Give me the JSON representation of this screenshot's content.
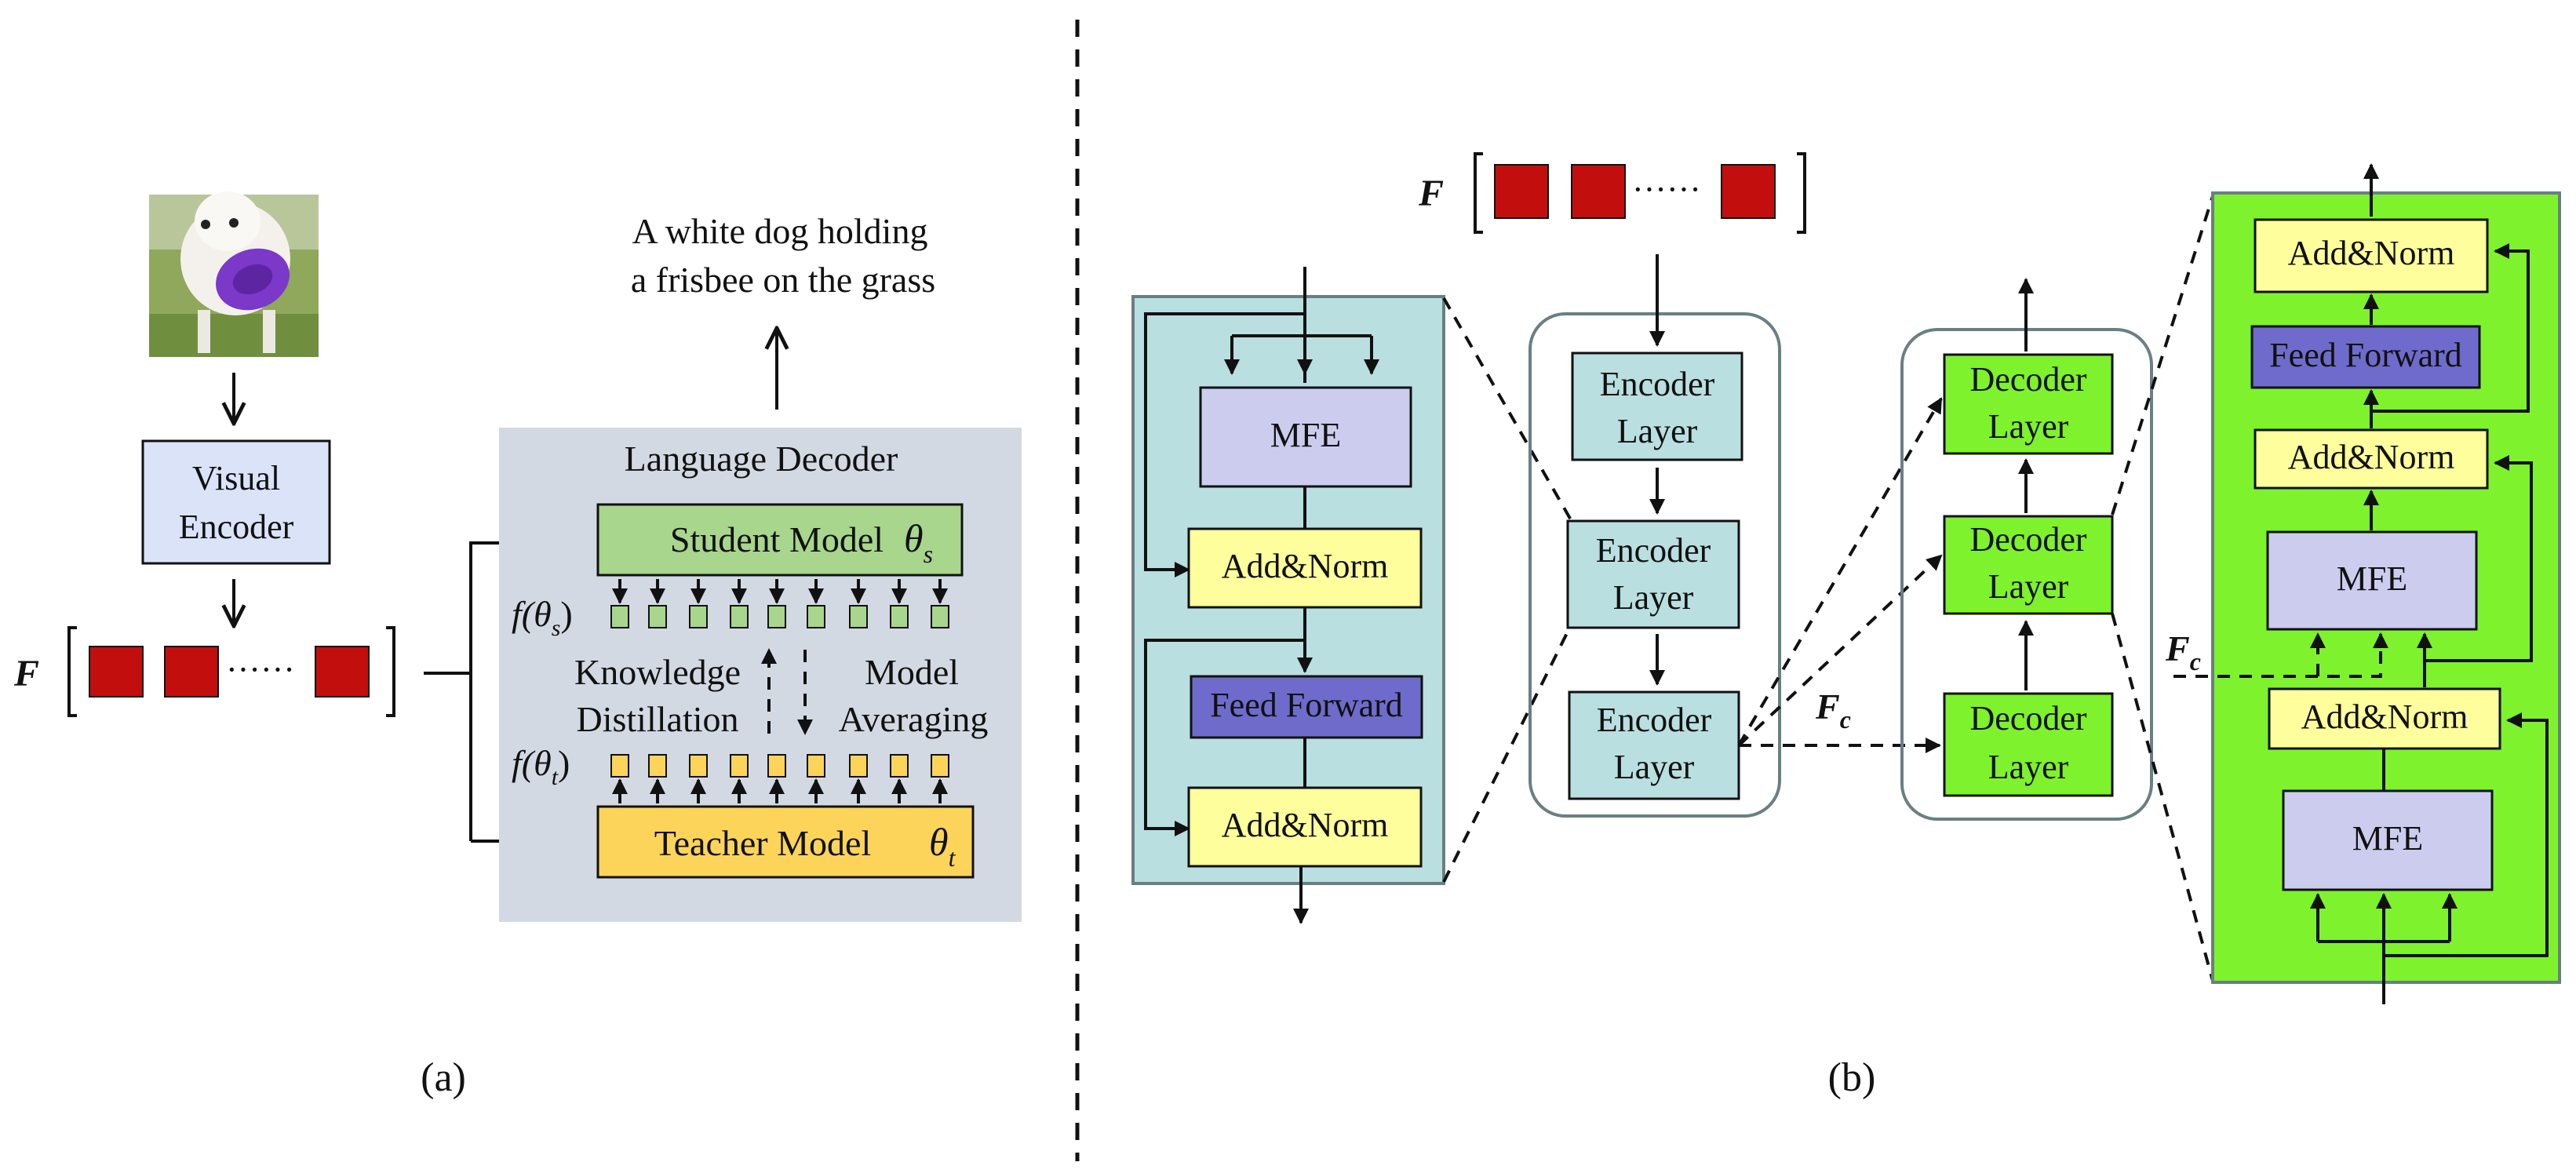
{
  "panel_a": {
    "caption": "(a)",
    "visual_encoder": [
      "Visual",
      "Encoder"
    ],
    "feature_label": "F",
    "feature_dots": "······",
    "output_caption": [
      "A white dog holding",
      "a frisbee on the grass"
    ],
    "language_decoder": "Language Decoder",
    "student_model": "Student Model",
    "student_theta": "θ",
    "student_sub": "s",
    "teacher_model": "Teacher Model",
    "teacher_theta": "θ",
    "teacher_sub": "t",
    "f_theta_s": "f(θ",
    "f_sub_s": "s",
    "f_theta_t": "f(θ",
    "f_sub_t": "t",
    "close_paren": ")",
    "knowledge_distillation": [
      "Knowledge",
      "Distillation"
    ],
    "model_averaging": [
      "Model",
      "Averaging"
    ]
  },
  "panel_b": {
    "caption": "(b)",
    "feature_label": "F",
    "feature_dots": "······",
    "encoder_block": {
      "mfe": "MFE",
      "add_norm_1": "Add&Norm",
      "feed_forward": "Feed Forward",
      "add_norm_2": "Add&Norm"
    },
    "encoder_layers": [
      [
        "Encoder",
        "Layer"
      ],
      [
        "Encoder",
        "Layer"
      ],
      [
        "Encoder",
        "Layer"
      ]
    ],
    "decoder_layers": [
      [
        "Decoder",
        "Layer"
      ],
      [
        "Decoder",
        "Layer"
      ],
      [
        "Decoder",
        "Layer"
      ]
    ],
    "fc_label": "F",
    "fc_sub": "c",
    "decoder_block": {
      "add_norm_top": "Add&Norm",
      "feed_forward": "Feed Forward",
      "add_norm_mid": "Add&Norm",
      "mfe_mid": "MFE",
      "add_norm_low": "Add&Norm",
      "mfe_low": "MFE",
      "fc_label": "F",
      "fc_sub": "c"
    }
  },
  "colors": {
    "encoder_fill": "#b9dfe0",
    "decoder_fill": "#7ef22c",
    "mfe_fill": "#cccdee",
    "addnorm_fill": "#feff9c",
    "feedforward_fill": "#6f6bcc",
    "student_fill": "#a8d68c",
    "teacher_fill": "#fcd45a",
    "decoder_panel_bg": "#d3d9e3",
    "token_red": "#c30e0e",
    "visual_encoder_fill": "#dbe3f8"
  }
}
